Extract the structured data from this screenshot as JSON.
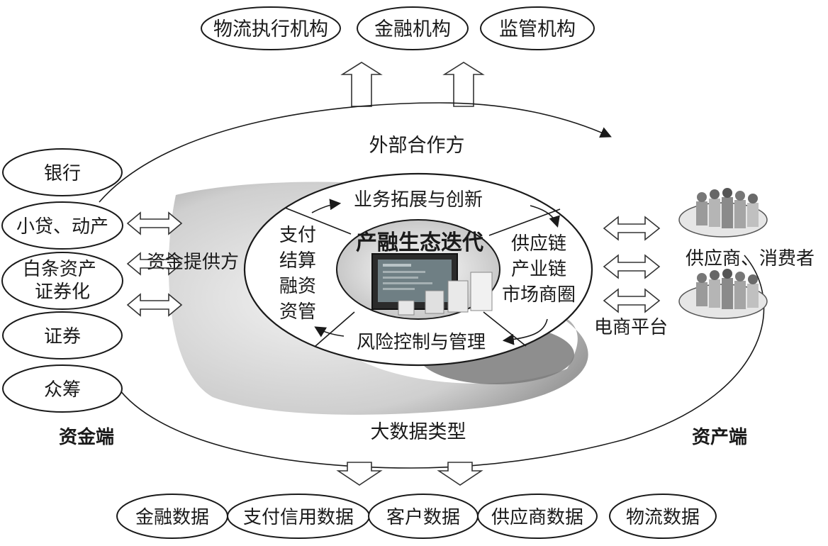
{
  "top_institutions": [
    "物流执行机构",
    "金融机构",
    "监管机构"
  ],
  "outer_ring": {
    "top_label": "外部合作方",
    "bottom_label": "大数据类型"
  },
  "funding_side": {
    "items": [
      "银行",
      "小贷、动产",
      "白条资产\n证券化",
      "证券",
      "众筹"
    ],
    "provider_label": "资金提供方",
    "side_label": "资金端"
  },
  "asset_side": {
    "platform_label": "电商平台",
    "participants_label": "供应商、消费者",
    "side_label": "资产端"
  },
  "core": {
    "center_title": "产融生态迭代",
    "top_quadrant": "业务拓展与创新",
    "left_quadrant": [
      "支付",
      "结算",
      "融资",
      "资管"
    ],
    "right_quadrant": [
      "供应链",
      "产业链",
      "市场商圈"
    ],
    "bottom_quadrant": "风险控制与管理"
  },
  "data_types": [
    "金融数据",
    "支付信用数据",
    "客户数据",
    "供应商数据",
    "物流数据"
  ]
}
